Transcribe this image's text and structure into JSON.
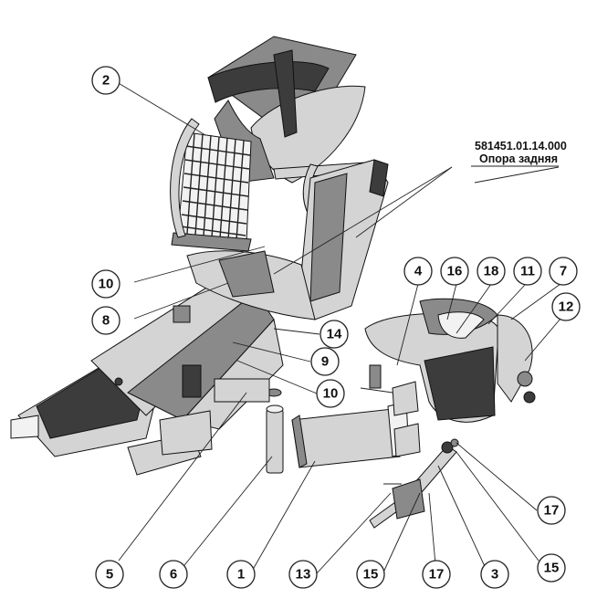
{
  "title": {
    "code": "581451.01.14.000",
    "name": "Опора задняя"
  },
  "callouts": [
    {
      "id": "c2",
      "label": "2"
    },
    {
      "id": "c10a",
      "label": "10"
    },
    {
      "id": "c8",
      "label": "8"
    },
    {
      "id": "c4",
      "label": "4"
    },
    {
      "id": "c16",
      "label": "16"
    },
    {
      "id": "c18",
      "label": "18"
    },
    {
      "id": "c11",
      "label": "11"
    },
    {
      "id": "c7",
      "label": "7"
    },
    {
      "id": "c12",
      "label": "12"
    },
    {
      "id": "c14",
      "label": "14"
    },
    {
      "id": "c9",
      "label": "9"
    },
    {
      "id": "c10b",
      "label": "10"
    },
    {
      "id": "c17a",
      "label": "17"
    },
    {
      "id": "c5",
      "label": "5"
    },
    {
      "id": "c6",
      "label": "6"
    },
    {
      "id": "c1",
      "label": "1"
    },
    {
      "id": "c13",
      "label": "13"
    },
    {
      "id": "c15a",
      "label": "15"
    },
    {
      "id": "c17b",
      "label": "17"
    },
    {
      "id": "c3",
      "label": "3"
    },
    {
      "id": "c15b",
      "label": "15"
    }
  ]
}
